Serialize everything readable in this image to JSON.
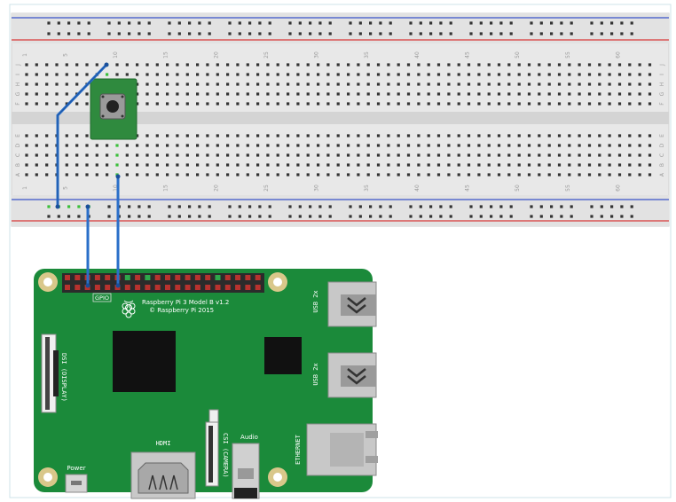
{
  "breadboard": {
    "column_numbers": [
      "1",
      "5",
      "10",
      "15",
      "20",
      "25",
      "30",
      "35",
      "40",
      "45",
      "50",
      "55",
      "60"
    ],
    "row_letters_top": [
      "J",
      "I",
      "H",
      "G",
      "F"
    ],
    "row_letters_bottom": [
      "E",
      "D",
      "C",
      "B",
      "A"
    ]
  },
  "pi": {
    "model_line1": "Raspberry Pi 3 Model B v1.2",
    "model_line2": "© Raspberry Pi 2015",
    "gpio_label": "GPIO",
    "usb1_label": "USB 2x",
    "usb2_label": "USB 2x",
    "dsi_label": "DSI (DISPLAY)",
    "hdmi_label": "HDMI",
    "csi_label": "CSI (CAMERA)",
    "audio_label": "Audio",
    "ethernet_label": "ETHERNET",
    "power_label": "Power"
  },
  "colors": {
    "breadboard": "#e6e6e6",
    "board_green": "#1b8a3a",
    "wire": "#2a6fc9",
    "rail_red": "#d93a3a",
    "rail_blue": "#3a52c9",
    "hole": "#333333",
    "connected_hole": "#3bbf3b"
  }
}
